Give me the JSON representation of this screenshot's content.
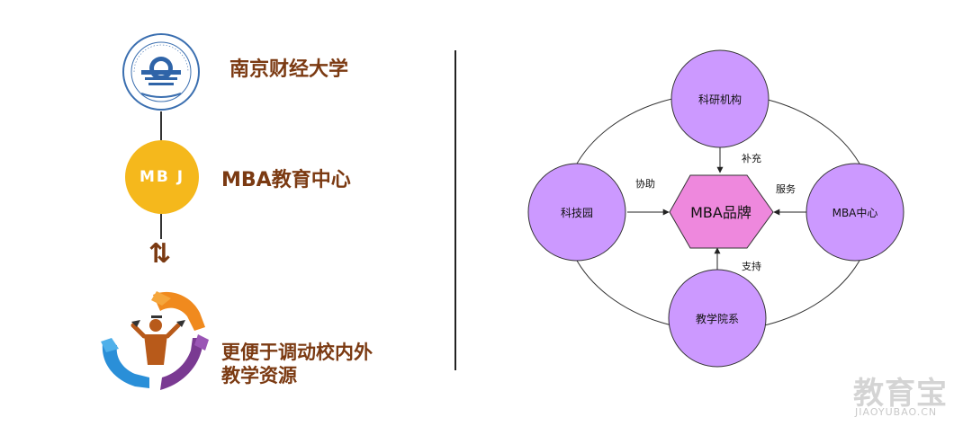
{
  "left": {
    "university_name": "南京财经大学",
    "mba_center_name": "MBA教育中心",
    "mba_logo_text": "MB J",
    "resource_line1": "更便于调动校内外",
    "resource_line2": "教学资源"
  },
  "diagram": {
    "center": "MBA品牌",
    "nodes": {
      "top": "科研机构",
      "left": "科技园",
      "right": "MBA中心",
      "bottom": "教学院系"
    },
    "edges": {
      "top": "补充",
      "left": "协助",
      "right": "服务",
      "bottom": "支持"
    },
    "colors": {
      "node_fill": "#cc99ff",
      "center_fill": "#ee88dd",
      "stroke": "#333333"
    }
  },
  "watermark": {
    "title": "教育宝",
    "url": "JIAOYUBAO.CN"
  }
}
